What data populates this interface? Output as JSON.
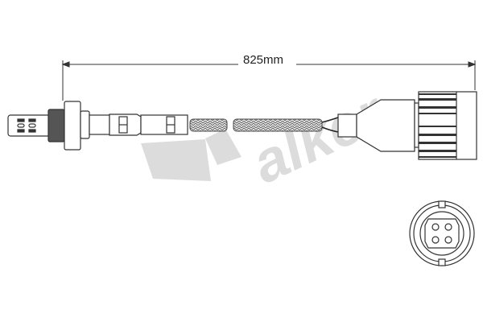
{
  "diagram": {
    "subject": "oxygen sensor",
    "dimension_label": "825mm",
    "watermark": "Walker",
    "views": [
      "side-view",
      "connector-end-view"
    ],
    "connector_pins": 4,
    "colors": {
      "line": "#333333",
      "watermark": "#d9d9d9",
      "braid": "#777777"
    }
  }
}
